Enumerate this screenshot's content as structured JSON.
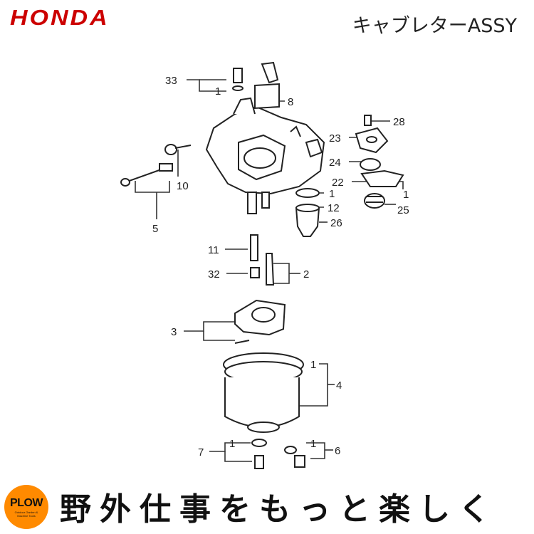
{
  "header": {
    "brand": "HONDA",
    "title": "キャブレターASSY"
  },
  "diagram": {
    "callouts": [
      "33",
      "1",
      "8",
      "28",
      "23",
      "24",
      "22",
      "1",
      "25",
      "10",
      "5",
      "1",
      "12",
      "26",
      "11",
      "32",
      "2",
      "3",
      "1",
      "4",
      "7",
      "1",
      "1",
      "6"
    ]
  },
  "footer": {
    "logo_text": "PLOW",
    "logo_subtext": "Outdoor Garden & Machine Tools",
    "slogan": "野外仕事をもっと楽しく",
    "badge_color": "#ff8a00"
  }
}
